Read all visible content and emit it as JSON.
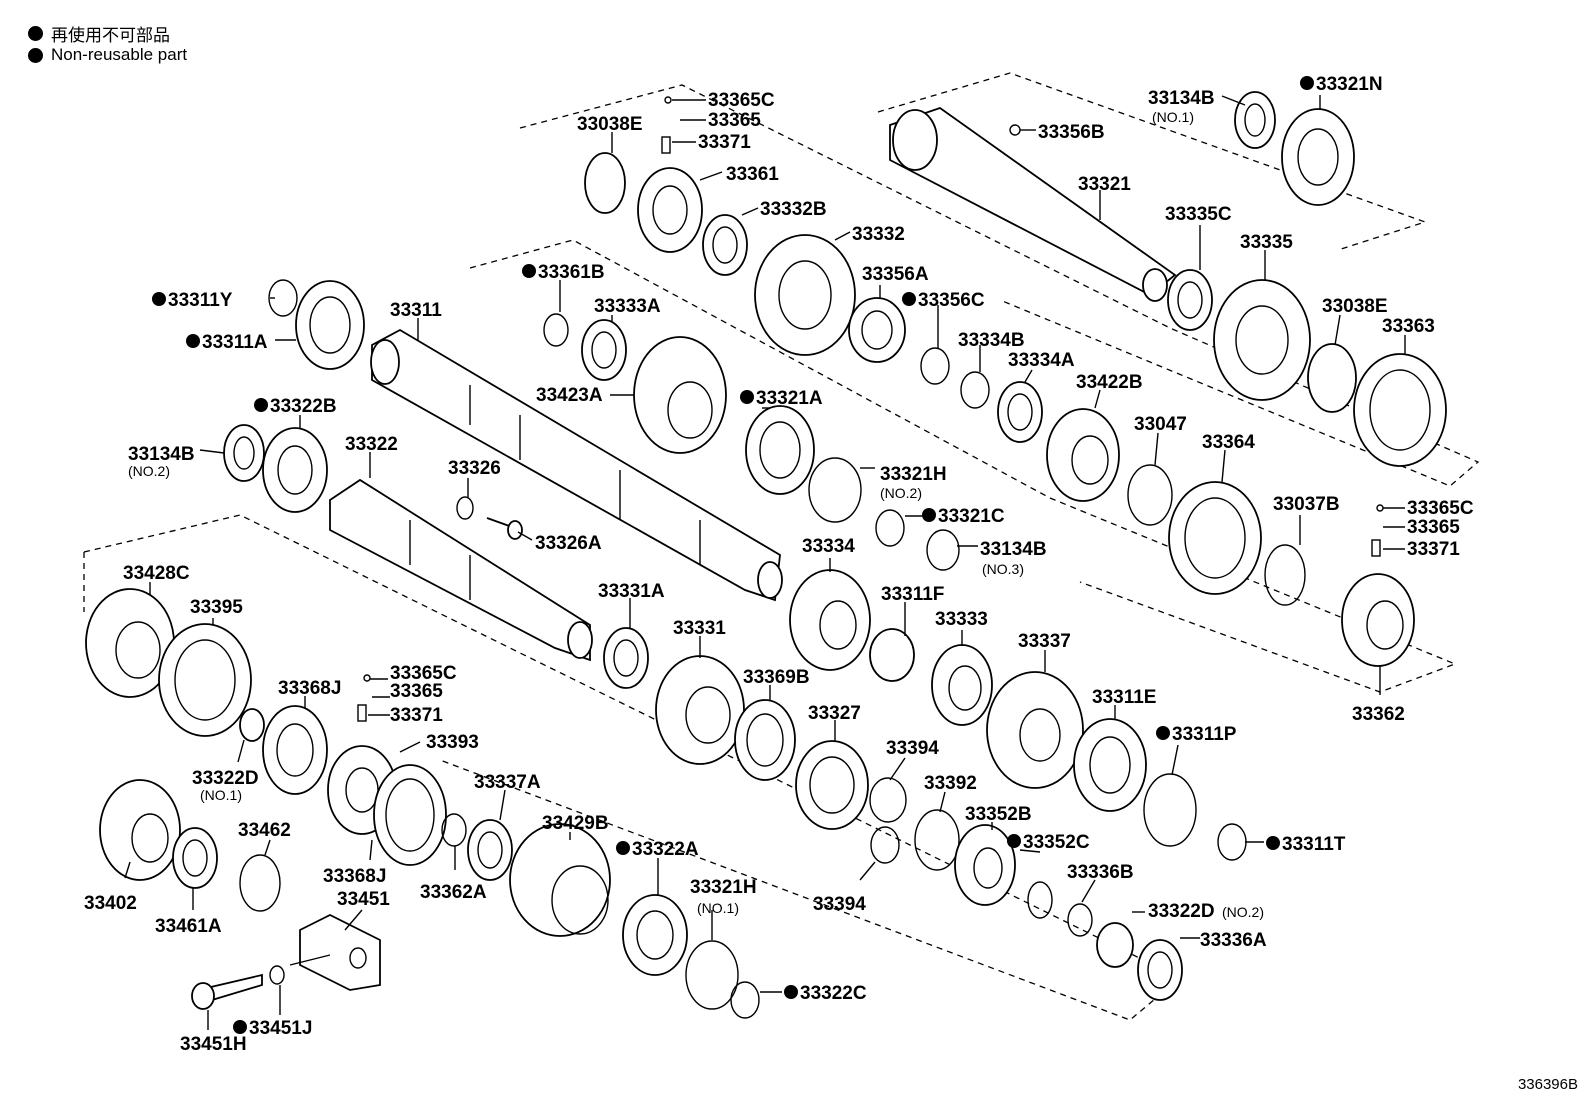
{
  "legend": {
    "items": [
      {
        "text": "再使用不可部品"
      },
      {
        "text": "Non-reusable part"
      }
    ]
  },
  "figure_code": "336396B",
  "parts": [
    {
      "label": "33365C",
      "mark": false
    },
    {
      "label": "33365",
      "mark": false
    },
    {
      "label": "33371",
      "mark": false
    },
    {
      "label": "33038E",
      "mark": false
    },
    {
      "label": "33361",
      "mark": false
    },
    {
      "label": "33332B",
      "mark": false
    },
    {
      "label": "33332",
      "mark": false
    },
    {
      "label": "33356B",
      "mark": false
    },
    {
      "label": "33321",
      "mark": false
    },
    {
      "label": "33134B",
      "mark": false,
      "sub": "(NO.1)"
    },
    {
      "label": "33321N",
      "mark": true
    },
    {
      "label": "33335C",
      "mark": false
    },
    {
      "label": "33335",
      "mark": false
    },
    {
      "label": "33038E",
      "mark": false
    },
    {
      "label": "33363",
      "mark": false
    },
    {
      "label": "33361B",
      "mark": true
    },
    {
      "label": "33333A",
      "mark": false
    },
    {
      "label": "33356A",
      "mark": false
    },
    {
      "label": "33356C",
      "mark": true
    },
    {
      "label": "33334B",
      "mark": false
    },
    {
      "label": "33334A",
      "mark": false
    },
    {
      "label": "33422B",
      "mark": false
    },
    {
      "label": "33047",
      "mark": false
    },
    {
      "label": "33364",
      "mark": false
    },
    {
      "label": "33311Y",
      "mark": true
    },
    {
      "label": "33311A",
      "mark": true
    },
    {
      "label": "33311",
      "mark": false
    },
    {
      "label": "33423A",
      "mark": false
    },
    {
      "label": "33321A",
      "mark": true
    },
    {
      "label": "33321H",
      "mark": false,
      "sub": "(NO.2)"
    },
    {
      "label": "33322B",
      "mark": true
    },
    {
      "label": "33134B",
      "mark": false,
      "sub": "(NO.2)"
    },
    {
      "label": "33322",
      "mark": false
    },
    {
      "label": "33326",
      "mark": false
    },
    {
      "label": "33326A",
      "mark": false
    },
    {
      "label": "33321C",
      "mark": true
    },
    {
      "label": "33134B",
      "mark": false,
      "sub": "(NO.3)"
    },
    {
      "label": "33037B",
      "mark": false
    },
    {
      "label": "33365C",
      "mark": false
    },
    {
      "label": "33365",
      "mark": false
    },
    {
      "label": "33371",
      "mark": false
    },
    {
      "label": "33428C",
      "mark": false
    },
    {
      "label": "33395",
      "mark": false
    },
    {
      "label": "33331A",
      "mark": false
    },
    {
      "label": "33334",
      "mark": false
    },
    {
      "label": "33311F",
      "mark": false
    },
    {
      "label": "33333",
      "mark": false
    },
    {
      "label": "33337",
      "mark": false
    },
    {
      "label": "33331",
      "mark": false
    },
    {
      "label": "33368J",
      "mark": false
    },
    {
      "label": "33365C",
      "mark": false
    },
    {
      "label": "33365",
      "mark": false
    },
    {
      "label": "33371",
      "mark": false
    },
    {
      "label": "33393",
      "mark": false
    },
    {
      "label": "33369B",
      "mark": false
    },
    {
      "label": "33327",
      "mark": false
    },
    {
      "label": "33311E",
      "mark": false
    },
    {
      "label": "33311P",
      "mark": true
    },
    {
      "label": "33362",
      "mark": false
    },
    {
      "label": "33322D",
      "mark": false,
      "sub": "(NO.1)"
    },
    {
      "label": "33394",
      "mark": false
    },
    {
      "label": "33392",
      "mark": false
    },
    {
      "label": "33337A",
      "mark": false
    },
    {
      "label": "33429B",
      "mark": false
    },
    {
      "label": "33322A",
      "mark": true
    },
    {
      "label": "33352B",
      "mark": false
    },
    {
      "label": "33352C",
      "mark": true
    },
    {
      "label": "33311T",
      "mark": true
    },
    {
      "label": "33462",
      "mark": false
    },
    {
      "label": "33368J",
      "mark": false
    },
    {
      "label": "33451",
      "mark": false
    },
    {
      "label": "33362A",
      "mark": false
    },
    {
      "label": "33402",
      "mark": false
    },
    {
      "label": "33461A",
      "mark": false
    },
    {
      "label": "33394",
      "mark": false
    },
    {
      "label": "33336B",
      "mark": false
    },
    {
      "label": "33321H",
      "mark": false,
      "sub": "(NO.1)"
    },
    {
      "label": "33322D",
      "mark": false,
      "sub": "(NO.2)"
    },
    {
      "label": "33336A",
      "mark": false
    },
    {
      "label": "33322C",
      "mark": true
    },
    {
      "label": "33451H",
      "mark": false
    },
    {
      "label": "33451J",
      "mark": true
    }
  ]
}
